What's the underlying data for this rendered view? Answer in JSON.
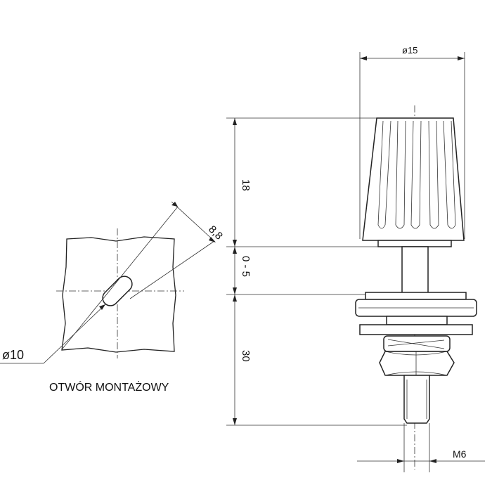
{
  "dimensions": {
    "knob_diameter": "ø15",
    "knob_height": "18",
    "gap_range": "0 - 5",
    "body_length": "30",
    "thread": "M6",
    "hole_width": "8,8",
    "hole_diameter": "ø10"
  },
  "caption": "OTWÓR MONTAŻOWY"
}
